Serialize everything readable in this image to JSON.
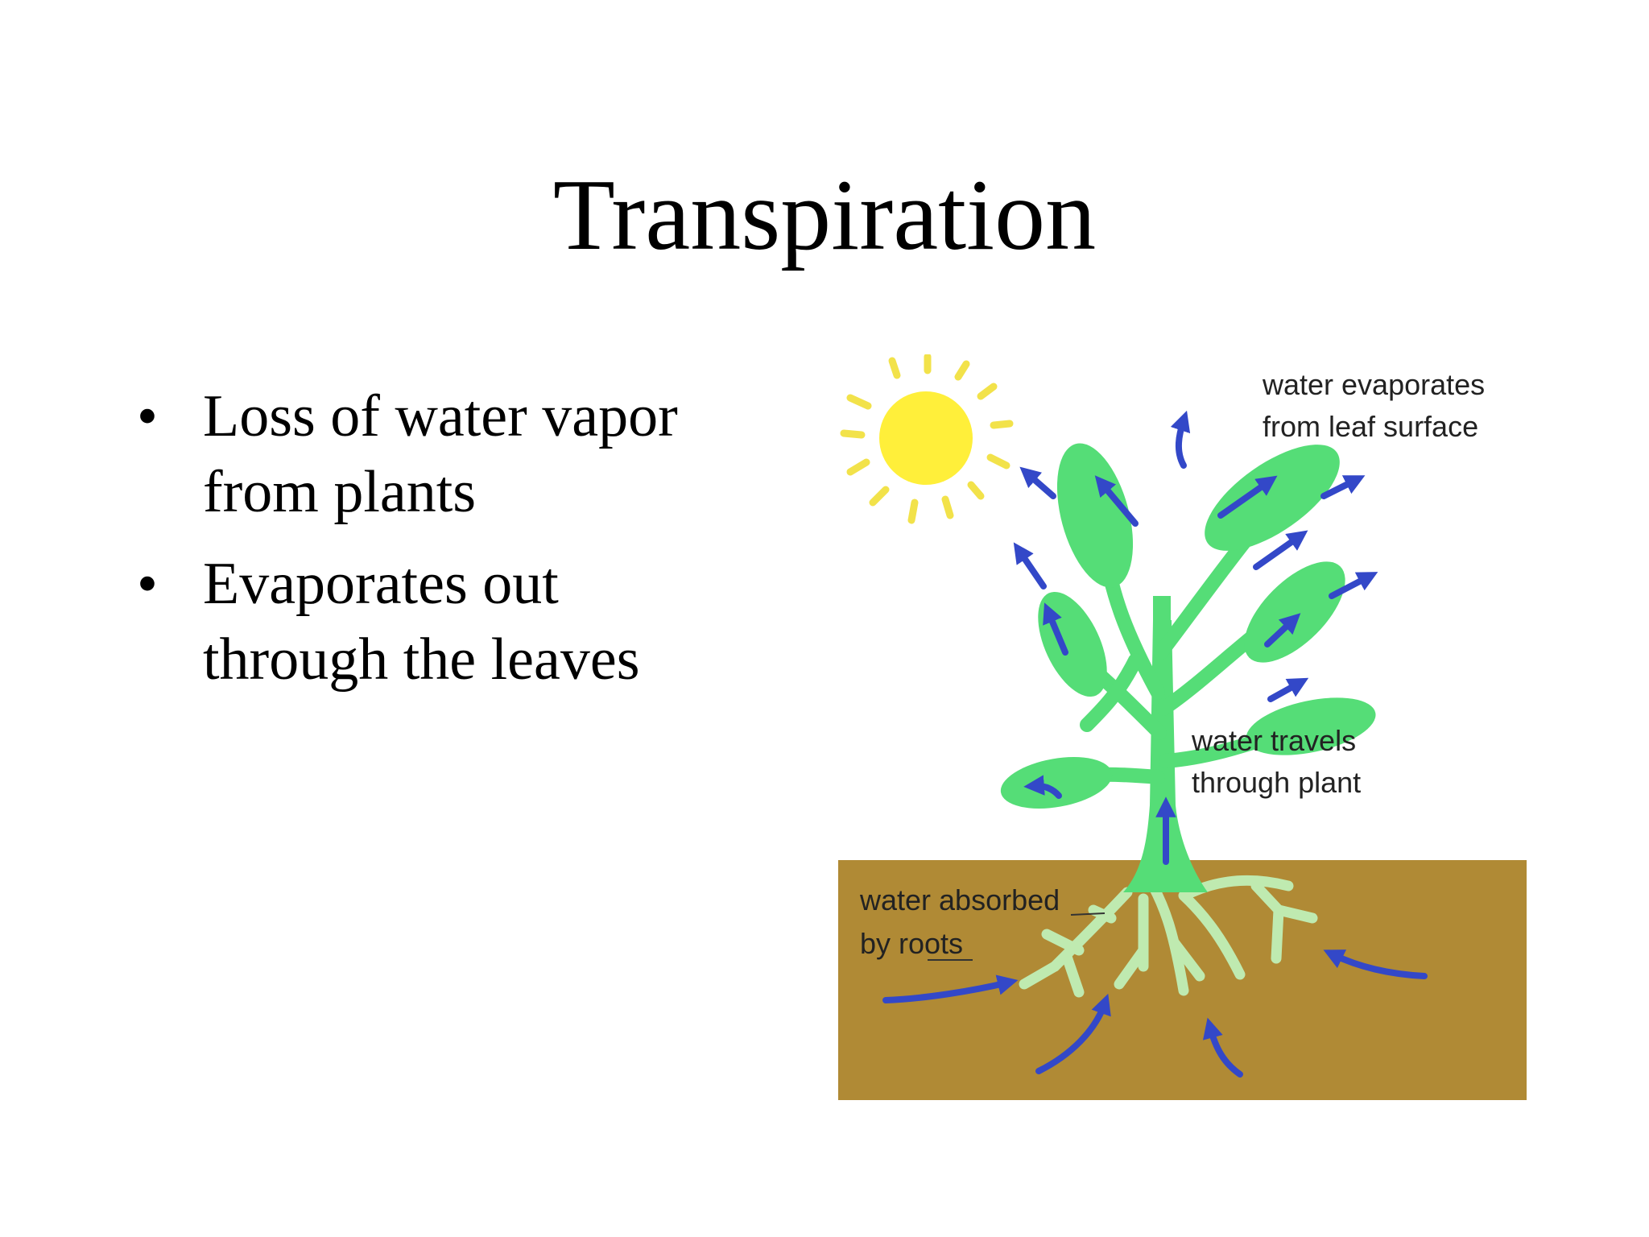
{
  "slide": {
    "title": "Transpiration",
    "bullets": [
      {
        "marker": "•",
        "line1": "Loss of water vapor",
        "line2": "from plants"
      },
      {
        "marker": "•",
        "line1": "Evaporates out",
        "line2": "through the leaves"
      }
    ]
  },
  "diagram": {
    "labels": {
      "evaporates_line1": "water evaporates",
      "evaporates_line2": "from leaf surface",
      "travels_line1": "water travels",
      "travels_line2": "through plant",
      "absorbed_line1": "water absorbed",
      "absorbed_line2": "by roots"
    },
    "colors": {
      "sun": "#ffef3a",
      "sun_rays": "#f2e24a",
      "leaf": "#55dd77",
      "root": "#bfeab0",
      "soil": "#b08a35",
      "arrow": "#3348c8"
    }
  }
}
